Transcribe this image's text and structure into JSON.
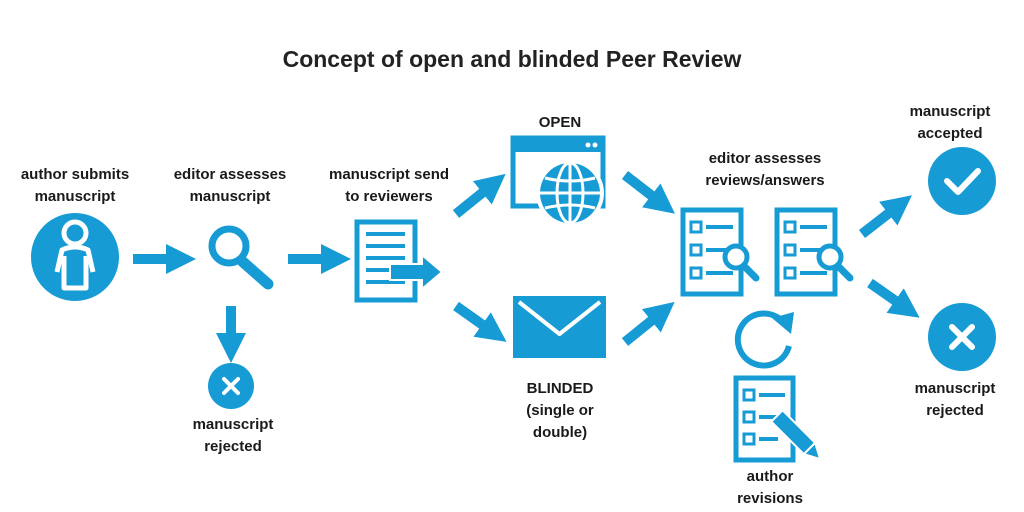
{
  "title": "Concept of open and blinded Peer Review",
  "colors": {
    "accent": "#169bd5",
    "text": "#1a1a1a",
    "background": "#ffffff"
  },
  "steps": {
    "author_submits": {
      "line1": "author submits",
      "line2": "manuscript",
      "icon": "person-icon"
    },
    "editor_assesses": {
      "line1": "editor assesses",
      "line2": "manuscript",
      "icon": "magnifier-icon"
    },
    "rejected_early": {
      "line1": "manuscript",
      "line2": "rejected",
      "icon": "reject-icon"
    },
    "send_reviewers": {
      "line1": "manuscript send",
      "line2": "to reviewers",
      "icon": "document-send-icon"
    },
    "open": {
      "line1": "OPEN",
      "icon": "globe-window-icon"
    },
    "blinded": {
      "line1": "BLINDED",
      "line2": "(single or",
      "line3": "double)",
      "icon": "envelope-icon"
    },
    "editor_reviews": {
      "line1": "editor assesses",
      "line2": "reviews/answers",
      "icon": "review-forms-icon"
    },
    "author_revisions": {
      "line1": "author",
      "line2": "revisions",
      "icon": "pen-document-icon"
    },
    "accepted": {
      "line1": "manuscript",
      "line2": "accepted",
      "icon": "check-icon"
    },
    "rejected_final": {
      "line1": "manuscript",
      "line2": "rejected",
      "icon": "reject-icon"
    }
  }
}
